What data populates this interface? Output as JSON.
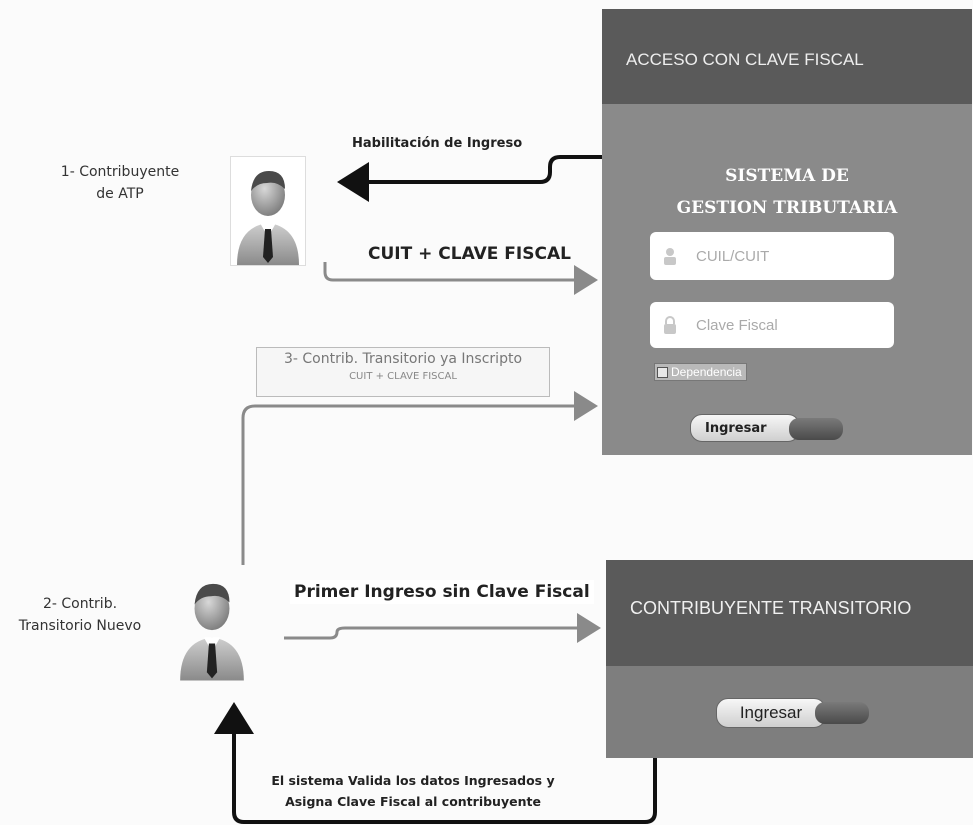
{
  "actors": {
    "atp": {
      "line1": "1- Contribuyente",
      "line2": "de ATP"
    },
    "new": {
      "line1": "2- Contrib.",
      "line2": "Transitorio Nuevo"
    }
  },
  "edges": {
    "habilitacion": "Habilitación de Ingreso",
    "cuit_clave": "CUIT + CLAVE FISCAL",
    "transitorio_inscripto": {
      "line1": "3- Contrib. Transitorio ya Inscripto",
      "line2": "CUIT + CLAVE FISCAL"
    },
    "primer_ingreso": "Primer Ingreso sin Clave Fiscal",
    "valida": {
      "line1": "El sistema Valida los datos Ingresados y",
      "line2": "Asigna Clave Fiscal al contribuyente"
    }
  },
  "login_panel": {
    "header": "ACCESO CON CLAVE FISCAL",
    "title_line1": "SISTEMA DE",
    "title_line2": "GESTION TRIBUTARIA",
    "cuit_placeholder": "CUIL/CUIT",
    "clave_placeholder": "Clave Fiscal",
    "dependencia_label": "Dependencia",
    "button": "Ingresar"
  },
  "transitorio_panel": {
    "header": "CONTRIBUYENTE TRANSITORIO",
    "button": "Ingresar"
  },
  "colors": {
    "panel_dark": "#5a5a5a",
    "panel_mid": "#8a8a8a",
    "arrow_dark": "#111111",
    "arrow_gray": "#888888"
  },
  "icons": [
    "user-avatar-icon",
    "user-lock-icon",
    "padlock-icon",
    "checkbox-icon"
  ]
}
